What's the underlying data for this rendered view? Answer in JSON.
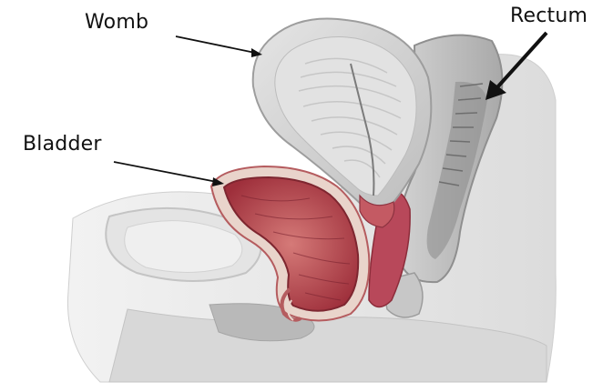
{
  "labels": {
    "womb": "Womb",
    "bladder": "Bladder",
    "rectum": "Rectum"
  },
  "colors": {
    "tissue_gray": "#c9c9c9",
    "uterus_fill": "#d6d6d6",
    "bladder_wall": "#b3414a",
    "bladder_inner": "#c75a5f",
    "rectum_fill": "#bdbdbd",
    "pointer_line": "#111111"
  },
  "icons": {
    "womb_pointer": "thin-arrow",
    "bladder_pointer": "thin-arrow",
    "rectum_pointer": "thick-arrow"
  }
}
